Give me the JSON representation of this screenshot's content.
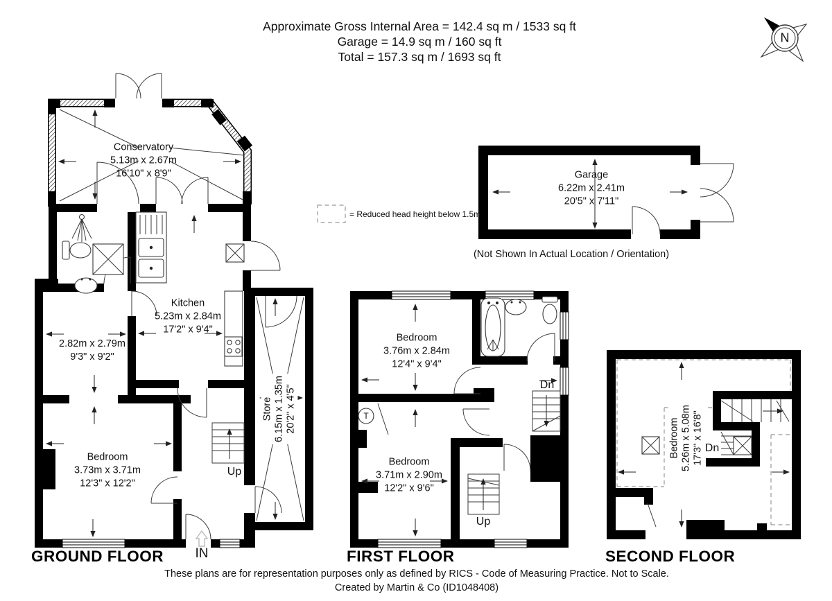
{
  "header": {
    "line1": "Approximate Gross Internal Area = 142.4 sq m / 1533 sq ft",
    "line2": "Garage = 14.9 sq m / 160 sq ft",
    "line3": "Total = 157.3 sq m / 1693 sq ft"
  },
  "compass": {
    "label": "N"
  },
  "legend": {
    "label": "= Reduced head height below 1.5m"
  },
  "garage": {
    "name": "Garage",
    "metric": "6.22m x 2.41m",
    "imperial": "20'5\" x 7'11\"",
    "note": "(Not Shown In Actual Location / Orientation)"
  },
  "ground": {
    "title": "GROUND FLOOR",
    "conservatory": {
      "name": "Conservatory",
      "metric": "5.13m x 2.67m",
      "imperial": "16'10\" x 8'9\""
    },
    "kitchen": {
      "name": "Kitchen",
      "metric": "5.23m x 2.84m",
      "imperial": "17'2\" x 9'4\""
    },
    "reception": {
      "metric": "2.82m x 2.79m",
      "imperial": "9'3\" x 9'2\""
    },
    "bedroom": {
      "name": "Bedroom",
      "metric": "3.73m x 3.71m",
      "imperial": "12'3\" x 12'2\""
    },
    "store": {
      "name": "Store",
      "metric": "6.15m x 1.35m",
      "imperial": "20'2\" x 4'5\""
    },
    "stairs_label": "Up",
    "entrance_label": "IN"
  },
  "first": {
    "title": "FIRST FLOOR",
    "bedroom1": {
      "name": "Bedroom",
      "metric": "3.76m x 2.84m",
      "imperial": "12'4\" x 9'4\""
    },
    "bedroom2": {
      "name": "Bedroom",
      "metric": "3.71m x 2.90m",
      "imperial": "12'2\" x 9'6\""
    },
    "stairs_up_label": "Up",
    "stairs_down_label": "Dn",
    "tank_label": "T"
  },
  "second": {
    "title": "SECOND FLOOR",
    "bedroom": {
      "name": "Bedroom",
      "metric": "5.26m x 5.08m",
      "imperial": "17'3\" x 16'8\""
    },
    "stairs_down_label": "Dn"
  },
  "footer": {
    "line1": "These plans are for representation purposes only as defined by RICS - Code of Measuring Practice. Not to Scale.",
    "line2": "Created by Martin & Co (ID1048408)"
  }
}
